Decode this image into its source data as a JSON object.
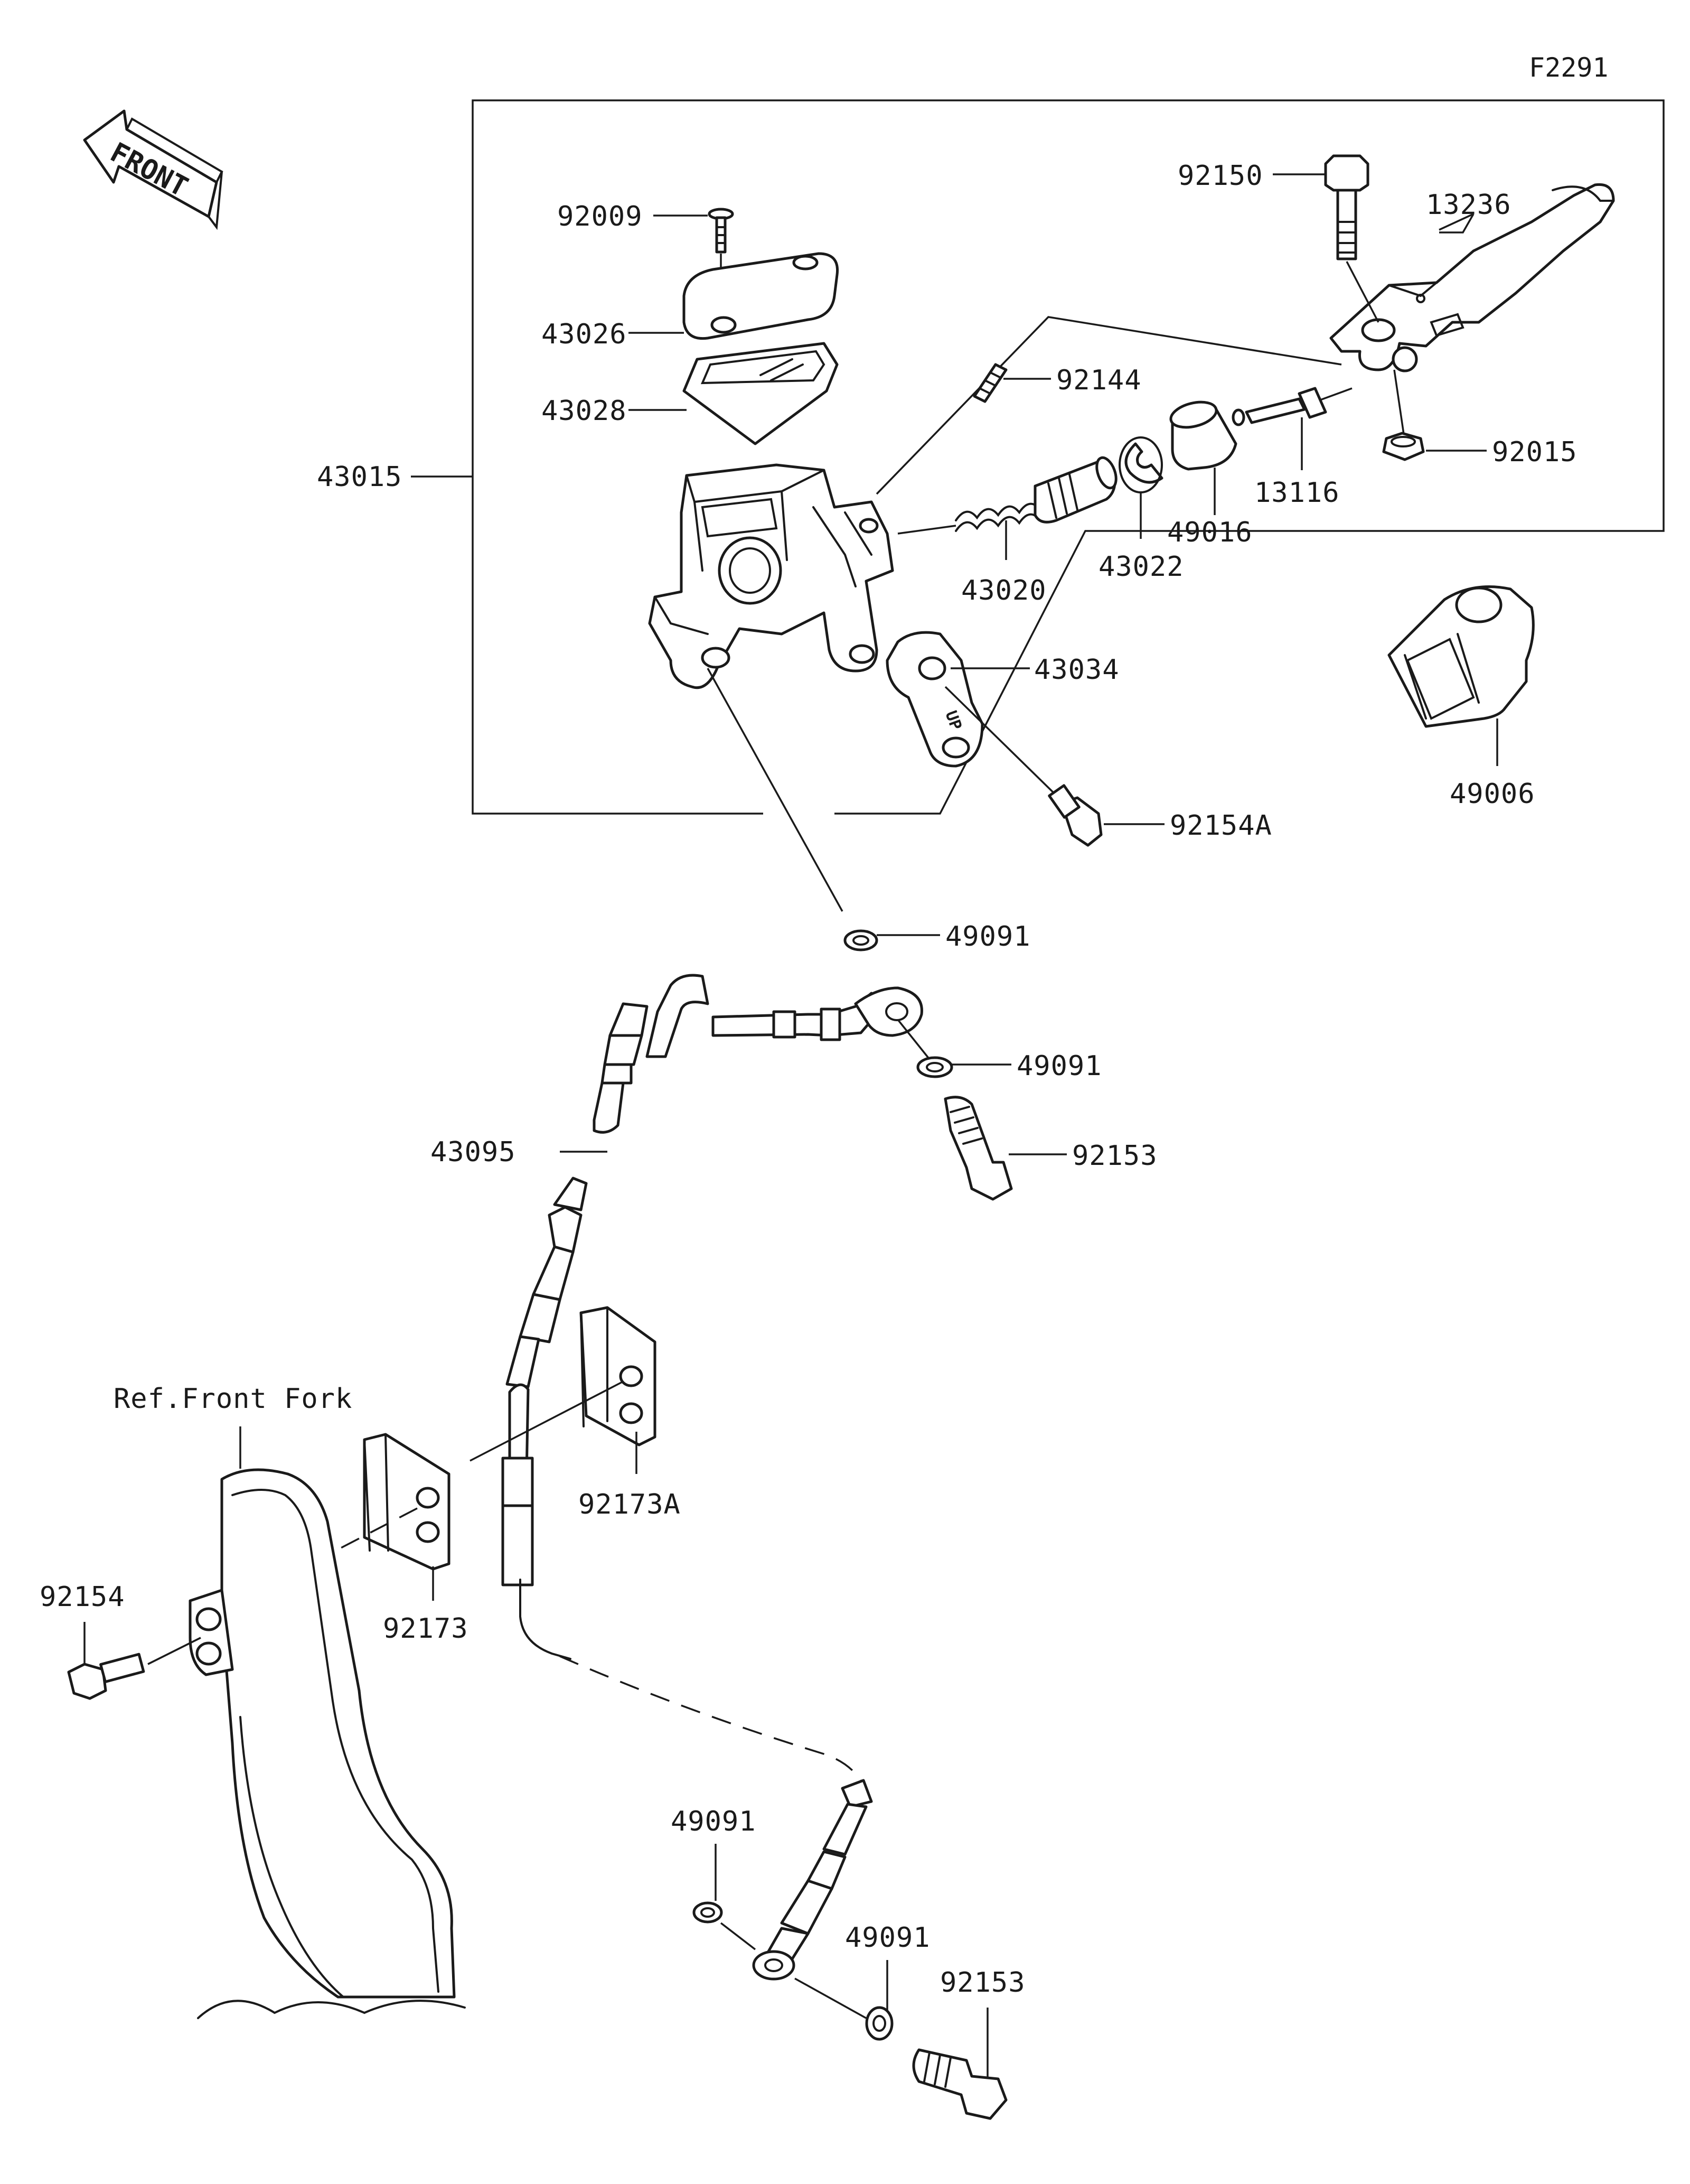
{
  "figure_code": "F2291",
  "front_arrow_label": "FRONT",
  "reference_label": "Ref.Front Fork",
  "fork_mark": "UP",
  "colors": {
    "line": "#1a1a1a",
    "background": "#ffffff",
    "shade": "#dcdcdc"
  },
  "callouts": {
    "p92009": "92009",
    "p43026": "43026",
    "p43028": "43028",
    "p43015": "43015",
    "p92150": "92150",
    "p13236": "13236",
    "p92144": "92144",
    "p92015": "92015",
    "p13116": "13116",
    "p49016": "49016",
    "p43022": "43022",
    "p43020": "43020",
    "p43034": "43034",
    "p49006": "49006",
    "p92154A": "92154A",
    "p49091a": "49091",
    "p49091b": "49091",
    "p92153a": "92153",
    "p43095": "43095",
    "p92173A": "92173A",
    "p92173": "92173",
    "p92154": "92154",
    "p49091c": "49091",
    "p49091d": "49091",
    "p92153b": "92153"
  }
}
